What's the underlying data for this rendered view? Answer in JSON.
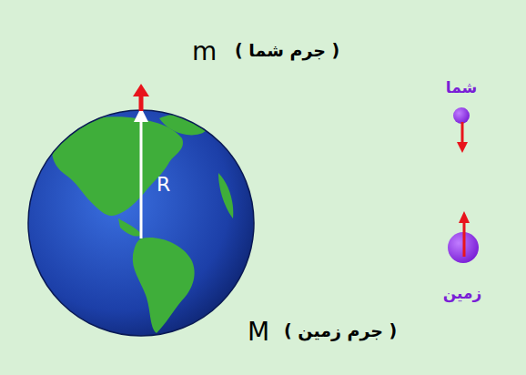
{
  "diagram": {
    "nodes": [
      {
        "text": [
          "شما"
        ]
      },
      {
        "text": [
          "زمین"
        ]
      }
    ],
    "labels": [
      "m",
      "( جرم شما )",
      "R",
      "M",
      "( جرم زمین )"
    ]
  }
}
